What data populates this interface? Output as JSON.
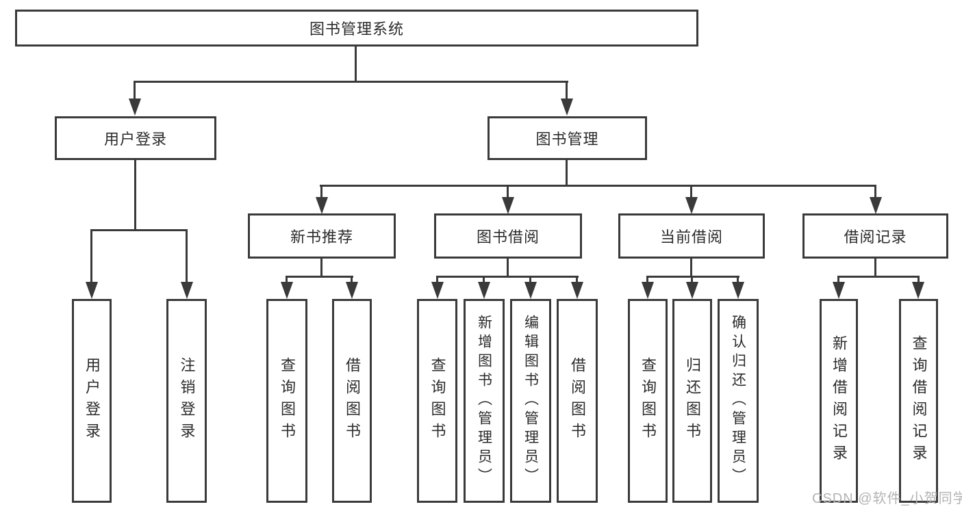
{
  "colors": {
    "line": "#3a3a3a",
    "text": "#2b2b2b",
    "watermark": "#b3b3b3",
    "background": "#ffffff"
  },
  "tree": {
    "root": {
      "label": "图书管理系统"
    },
    "branches": [
      {
        "label": "用户登录",
        "children": [
          {
            "label": "用户登录"
          },
          {
            "label": "注销登录"
          }
        ]
      },
      {
        "label": "图书管理",
        "groups": [
          {
            "label": "新书推荐",
            "children": [
              {
                "label": "查询图书"
              },
              {
                "label": "借阅图书"
              }
            ]
          },
          {
            "label": "图书借阅",
            "children": [
              {
                "label": "查询图书"
              },
              {
                "label": "新增图书（管理员）"
              },
              {
                "label": "编辑图书（管理员）"
              },
              {
                "label": "借阅图书"
              }
            ]
          },
          {
            "label": "当前借阅",
            "children": [
              {
                "label": "查询图书"
              },
              {
                "label": "归还图书"
              },
              {
                "label": "确认归还（管理员）"
              }
            ]
          },
          {
            "label": "借阅记录",
            "children": [
              {
                "label": "新增借阅记录"
              },
              {
                "label": "查询借阅记录"
              }
            ]
          }
        ]
      }
    ]
  },
  "watermark": {
    "text": "CSDN @软件_小贺同学"
  }
}
